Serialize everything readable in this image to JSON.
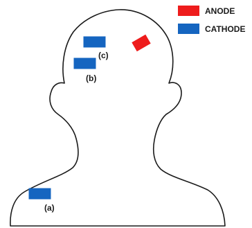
{
  "legend": {
    "items": [
      {
        "label": "ANODE",
        "color": "#ee1c1c"
      },
      {
        "label": "CATHODE",
        "color": "#1565c0"
      }
    ]
  },
  "electrodes": [
    {
      "label": "(a)",
      "type": "cathode",
      "location": "shoulder"
    },
    {
      "label": "(b)",
      "type": "cathode",
      "location": "scalp-front"
    },
    {
      "label": "(c)",
      "type": "cathode",
      "location": "scalp-top"
    },
    {
      "label": "",
      "type": "anode",
      "location": "scalp-right"
    }
  ],
  "colors": {
    "outline": "#1a1a1a",
    "anode": "#ee1c1c",
    "cathode": "#1565c0"
  }
}
